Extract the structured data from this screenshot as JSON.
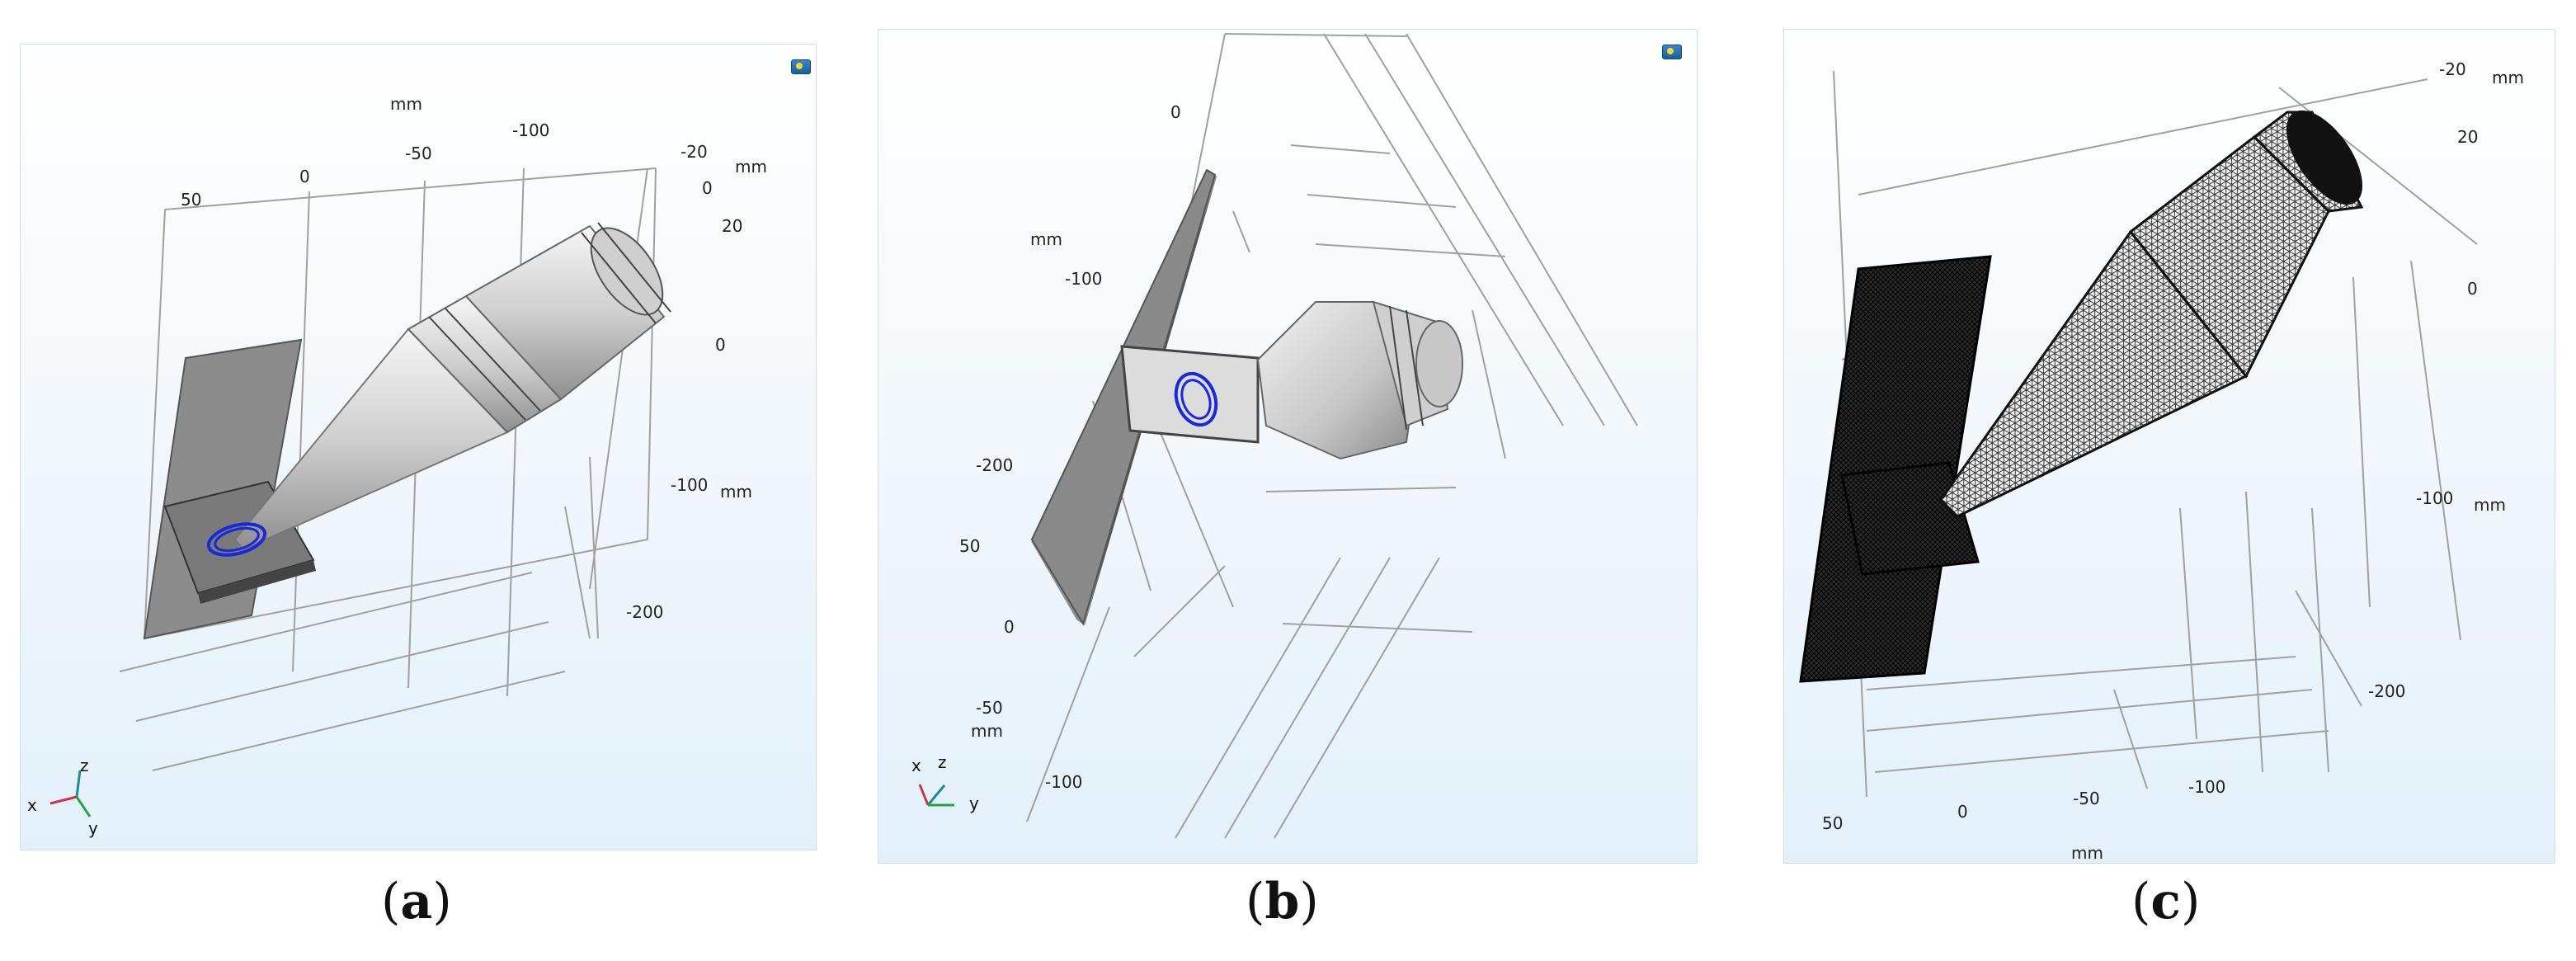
{
  "panels": [
    {
      "caption_letter": "a",
      "ticks": {
        "mm_top": "mm",
        "x50": "50",
        "x0": "0",
        "xm50": "-50",
        "xm100": "-100",
        "ym20": "-20",
        "mm_right": "mm",
        "y0": "0",
        "y20": "20",
        "z0": "0",
        "zm100": "-100",
        "mm_z": "mm",
        "zm200": "-200"
      },
      "triad": {
        "x": "x",
        "y": "y",
        "z": "z"
      }
    },
    {
      "caption_letter": "b",
      "ticks": {
        "t0": "0",
        "mm_left": "mm",
        "tm100": "-100",
        "tm200": "-200",
        "t50": "50",
        "t0b": "0",
        "tm50": "-50",
        "mm_bottom": "mm",
        "tm100b": "-100"
      },
      "triad": {
        "x": "x",
        "y": "y",
        "z": "z"
      }
    },
    {
      "caption_letter": "c",
      "ticks": {
        "ym20": "-20",
        "mm_top": "mm",
        "y20": "20",
        "z0": "0",
        "zm100": "-100",
        "mm_right": "mm",
        "zm200": "-200",
        "x50": "50",
        "x0": "0",
        "xm50": "-50",
        "xm100": "-100",
        "mm_bottom": "mm"
      }
    }
  ],
  "colors": {
    "background_top": "#ffffff",
    "background_bottom": "#e3f0fa",
    "grid": "#9a9a9a",
    "plate": "#8a8a8a",
    "horn": "#c9c9c9",
    "ring": "#1a28d6",
    "mesh": "#111111"
  }
}
